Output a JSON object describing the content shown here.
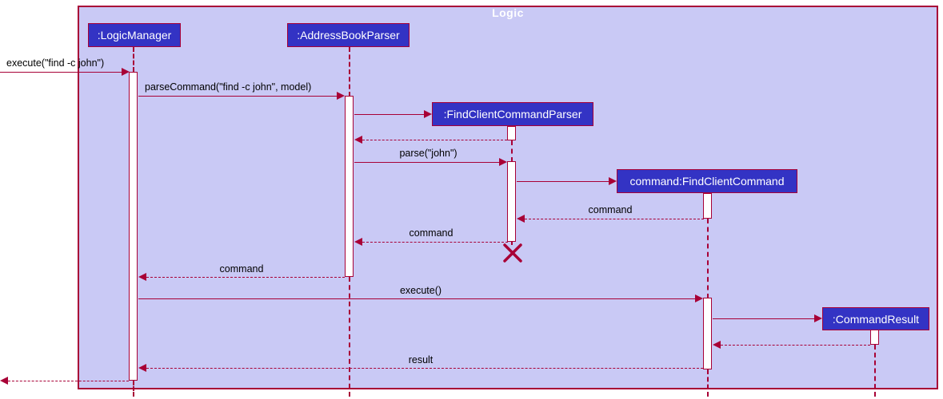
{
  "diagram": {
    "frame_title": "Logic",
    "participants": [
      {
        "label": ":LogicManager"
      },
      {
        "label": ":AddressBookParser"
      },
      {
        "label": ":FindClientCommandParser"
      },
      {
        "label": "command:FindClientCommand"
      },
      {
        "label": ":CommandResult"
      }
    ],
    "messages": [
      {
        "label": "execute(\"find -c john\")",
        "type": "sync"
      },
      {
        "label": "parseCommand(\"find -c john\", model)",
        "type": "sync"
      },
      {
        "label": "",
        "type": "create"
      },
      {
        "label": "",
        "type": "return"
      },
      {
        "label": "parse(\"john\")",
        "type": "sync"
      },
      {
        "label": "",
        "type": "create"
      },
      {
        "label": "command",
        "type": "return"
      },
      {
        "label": "command",
        "type": "return"
      },
      {
        "label": "command",
        "type": "return"
      },
      {
        "label": "execute()",
        "type": "sync"
      },
      {
        "label": "",
        "type": "create"
      },
      {
        "label": "",
        "type": "return"
      },
      {
        "label": "result",
        "type": "return"
      },
      {
        "label": "",
        "type": "return"
      }
    ],
    "colors": {
      "frame_fill": "#c9c9f5",
      "participant_fill": "#3333c4",
      "line_and_border": "#a80036",
      "participant_text": "#ffffff",
      "message_text": "#000000"
    }
  }
}
